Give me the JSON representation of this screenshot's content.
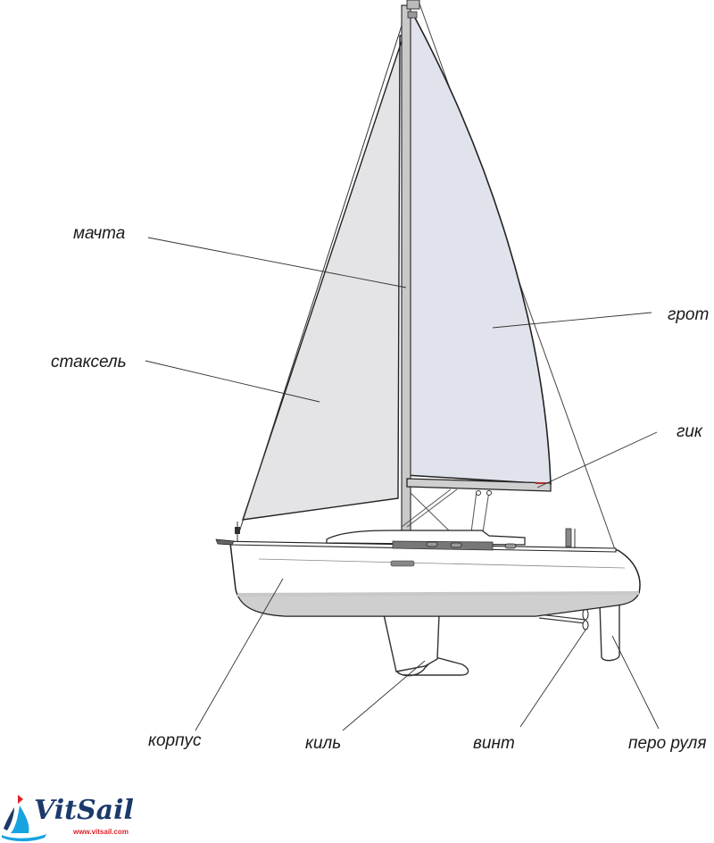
{
  "labels": {
    "mast": "мачта",
    "mainsail": "грот",
    "jib": "стаксель",
    "boom": "гик",
    "hull": "корпус",
    "keel": "киль",
    "propeller": "винт",
    "rudder": "перо руля"
  },
  "logo": {
    "name": "VitSail",
    "url": "www.vitsail.com",
    "icon": "sailboat-logo-icon"
  },
  "colors": {
    "mainsail": "#e1e3ec",
    "jib": "#e4e4e6",
    "hull": "#ffffff",
    "hull_bottom": "#cfcfcf",
    "stripe": "#c8c8c8",
    "line": "#333333",
    "logo_blue": "#1b3a6b",
    "logo_cyan": "#17a3e0",
    "logo_red": "#e0202a"
  }
}
